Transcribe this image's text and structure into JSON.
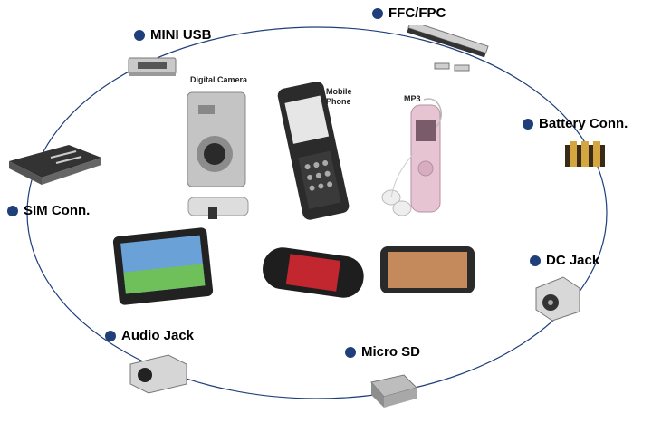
{
  "colors": {
    "ring": "#1f3f7a",
    "dot": "#1f3f7a"
  },
  "connectors": [
    {
      "id": "mini-usb",
      "label": "MINI USB"
    },
    {
      "id": "ffc-fpc",
      "label": "FFC/FPC"
    },
    {
      "id": "battery",
      "label": "Battery Conn."
    },
    {
      "id": "dc-jack",
      "label": "DC Jack"
    },
    {
      "id": "micro-sd",
      "label": "Micro SD"
    },
    {
      "id": "audio-jack",
      "label": "Audio Jack"
    },
    {
      "id": "sim",
      "label": "SIM Conn."
    }
  ],
  "devices": {
    "camera_label": "Digital Camera",
    "phone_label": "Mobile\nPhone",
    "mp3_label": "MP3"
  }
}
